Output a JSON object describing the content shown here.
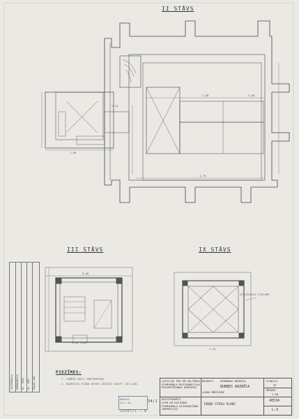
{
  "plans": {
    "top_title": "II STĀVS",
    "left_bottom_title": "III STĀVS",
    "right_bottom_title": "IX STĀVS"
  },
  "labels": {
    "dim_1": "2,80",
    "dim_2": "3,80",
    "dim_3": "4,70",
    "dim_4": "1,15",
    "dim_5": "1,80",
    "dim_6": "8,60",
    "dim_7": "2,55",
    "room_note": "ATSLĒGTAIS LIELUMS",
    "room_label_2": "3,20 PIEN"
  },
  "notes": {
    "heading": "PIEZĪMES:",
    "lines": [
      "1. IZMĒRI DOTI CENTIMETROS.",
      "2. BAZNĪCAS PLĀNU VEIDS LĪDZĪGI DIEVT. UN LAIK."
    ]
  },
  "stamp": {
    "line1": "ARHIVS",
    "line2": "Inv. Nr.",
    "number": "23507/1 – 8",
    "side_number": "34/1"
  },
  "title_block": {
    "org": "LATVIJAS PSR KM KULTŪRAS PIEMINEKĻU RESTAURĀCIJAS PROJEKTĒŠANAS KANTORIS",
    "object_label": "OBJEKTS",
    "object": "SKRUNDAS BAZNĪCA",
    "object_sub": "LAUKU MĒRĪJUMI",
    "object_value": "BUBBES BAZNĪCA",
    "stage_label": "STADIJA",
    "stage": "SP",
    "scale_label": "MĒROGS",
    "scale": "1:50",
    "approved": "APSTIPRINĀTS",
    "approved_text": "LPSR KM KULTŪRAS PIEMINEKĻU AIZSARDZĪBAS INSPEKCIJA",
    "sheet_title": "TORŅA STĀVU PLĀNI",
    "doc_number": "40534",
    "sheet": "L-3"
  },
  "side_block": {
    "lines": [
      "IZSTRĀDĀJA",
      "PĀRBAUDĪJA",
      "GL. SPEC.",
      "GL. INŽ.",
      "DAĻAS VAD."
    ]
  }
}
